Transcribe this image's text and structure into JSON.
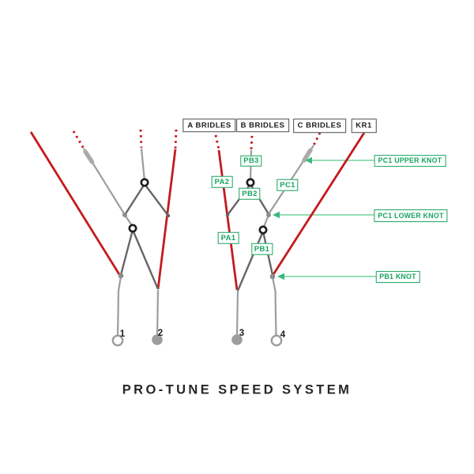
{
  "title": "PRO-TUNE SPEED SYSTEM",
  "colors": {
    "red": "#c41a1f",
    "green": "#17a45e",
    "green_arrow": "#57c98b",
    "green_arrow2": "#3bb87b",
    "gray_light": "#9d9d9d",
    "gray_mid": "#8c8c8c",
    "gray_dark": "#666666",
    "splice_gray": "#ababab",
    "ink": "#1e1c1c",
    "header_border": "#4a4a4a"
  },
  "bridle_headers": [
    {
      "label": "A BRIDLES"
    },
    {
      "label": "B BRIDLES"
    },
    {
      "label": "C BRIDLES"
    },
    {
      "label": "KR1"
    }
  ],
  "segment_labels": {
    "pa2": "PA2",
    "pb3": "PB3",
    "pb2": "PB2",
    "pc1": "PC1",
    "pa1": "PA1",
    "pb1": "PB1"
  },
  "knot_callouts": [
    {
      "label": "PC1 UPPER KNOT"
    },
    {
      "label": "PC1 LOWER KNOT"
    },
    {
      "label": "PB1 KNOT"
    }
  ],
  "pigtail_numbers": [
    {
      "label": "1"
    },
    {
      "label": "2"
    },
    {
      "label": "3"
    },
    {
      "label": "4"
    }
  ]
}
